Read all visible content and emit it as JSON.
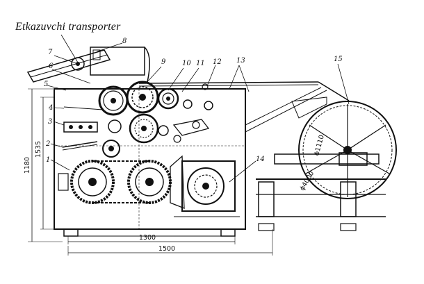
{
  "title": "Etkazuvchi transporter",
  "part_numbers": [
    "1",
    "2",
    "3",
    "4",
    "5",
    "6",
    "7",
    "8",
    "9",
    "10",
    "11",
    "12",
    "13",
    "14",
    "15"
  ],
  "dimensions": {
    "height_total": "1180",
    "height_inner": "1535",
    "width_inner": "1300",
    "width_total": "1500",
    "diameter_wheel": "ϕ4000",
    "diameter_reel": "ϕ1110"
  }
}
